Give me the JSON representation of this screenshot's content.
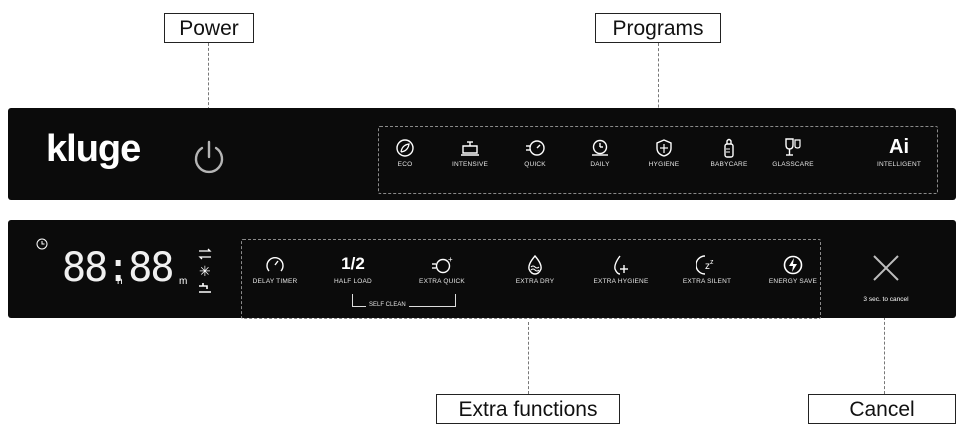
{
  "callouts": {
    "power": "Power",
    "programs": "Programs",
    "extra_functions": "Extra functions",
    "cancel": "Cancel"
  },
  "top_panel": {
    "brand": "kluge",
    "programs": [
      {
        "label": "ECO",
        "icon": "leaf-icon"
      },
      {
        "label": "INTENSIVE",
        "icon": "pot-icon"
      },
      {
        "label": "QUICK",
        "icon": "quick-icon"
      },
      {
        "label": "DAILY",
        "icon": "daily-icon"
      },
      {
        "label": "HYGIENE",
        "icon": "shield-icon"
      },
      {
        "label": "BABYCARE",
        "icon": "bottle-icon"
      },
      {
        "label": "GLASSCARE",
        "icon": "glass-icon"
      },
      {
        "label": "INTELLIGENT",
        "icon": "ai-icon",
        "glyph": "Ai"
      }
    ]
  },
  "bottom_panel": {
    "display": {
      "digits": "88:88",
      "hour_unit": "h",
      "minute_unit": "m"
    },
    "functions": [
      {
        "label": "DELAY TIMER",
        "icon": "timer-icon"
      },
      {
        "label": "HALF LOAD",
        "icon": "half-load-icon",
        "glyph": "1/2"
      },
      {
        "label": "EXTRA QUICK",
        "icon": "extra-quick-icon"
      },
      {
        "label": "EXTRA DRY",
        "icon": "extra-dry-icon"
      },
      {
        "label": "EXTRA HYGIENE",
        "icon": "extra-hygiene-icon"
      },
      {
        "label": "EXTRA SILENT",
        "icon": "extra-silent-icon"
      },
      {
        "label": "ENERGY SAVE",
        "icon": "energy-save-icon"
      }
    ],
    "self_clean": "SELF CLEAN",
    "cancel_hint": "3 sec. to cancel"
  }
}
